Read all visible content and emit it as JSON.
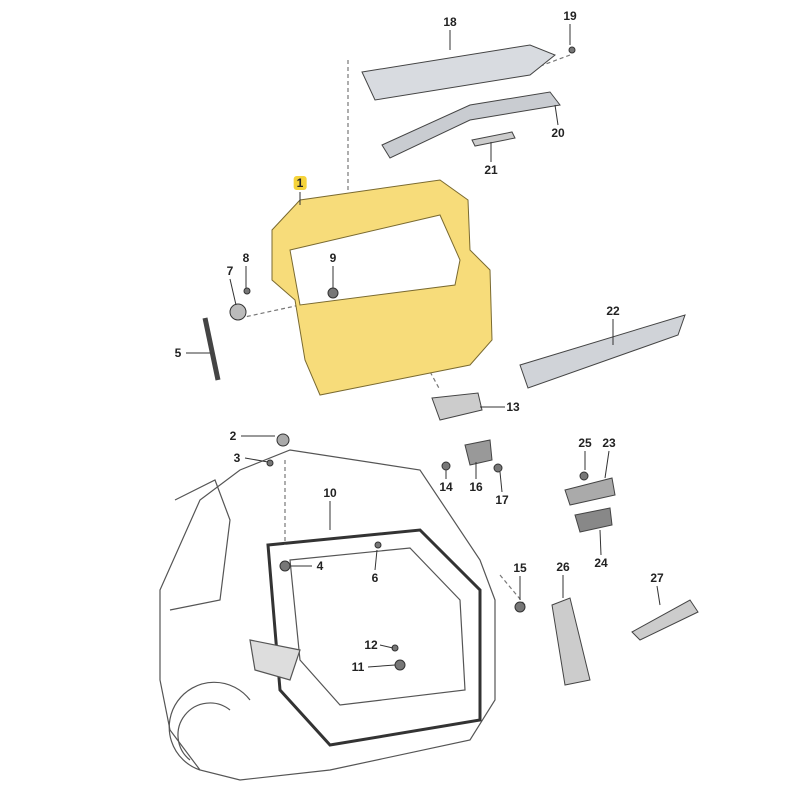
{
  "diagram": {
    "highlight_color": "#f5d33a",
    "tailgate_color": "#f7dc7a",
    "callouts": {
      "c1": "1",
      "c2": "2",
      "c3": "3",
      "c4": "4",
      "c5": "5",
      "c6": "6",
      "c7": "7",
      "c8": "8",
      "c9": "9",
      "c10": "10",
      "c11": "11",
      "c12": "12",
      "c13": "13",
      "c14": "14",
      "c15": "15",
      "c16": "16",
      "c17": "17",
      "c18": "18",
      "c19": "19",
      "c20": "20",
      "c21": "21",
      "c22": "22",
      "c23": "23",
      "c24": "24",
      "c25": "25",
      "c26": "26",
      "c27": "27"
    }
  }
}
